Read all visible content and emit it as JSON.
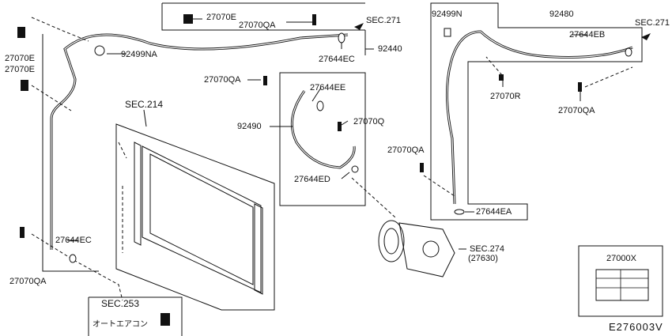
{
  "diagram_code": "E276003V",
  "labels": {
    "sec271_left": "SEC.271",
    "sec271_right": "SEC.271",
    "sec214": "SEC.214",
    "sec274": "SEC.274",
    "sec274_sub": "(27630)",
    "sec253": "SEC.253",
    "p27070E_top": "27070E",
    "p27070E_l1": "27070E",
    "p27070E_l2": "27070E",
    "p27070QA_top": "27070QA",
    "p27070QA_mid": "27070QA",
    "p27070QA_comp": "27070QA",
    "p27070QA_right": "27070QA",
    "p27070QA_bottom": "27070QA",
    "p27070Q": "27070Q",
    "p27070R": "27070R",
    "p92499NA": "92499NA",
    "p92499N": "92499N",
    "p92440": "92440",
    "p92480": "92480",
    "p92490": "92490",
    "p27644EC_top": "27644EC",
    "p27644EC_bottom": "27644EC",
    "p27644EE": "27644EE",
    "p27644ED": "27644ED",
    "p27644EA": "27644EA",
    "p27644EB": "27644EB",
    "p27000X": "27000X",
    "auto_aircon": "オートエアコン"
  }
}
